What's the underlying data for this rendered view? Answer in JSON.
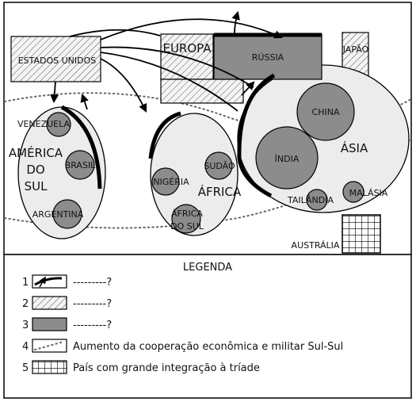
{
  "map": {
    "regions": {
      "estados_unidos": "ESTADOS UNIDOS",
      "europa": "EUROPA",
      "russia": "RÚSSIA",
      "japao": "JAPÃO",
      "america_do_sul": [
        "AMÉRICA",
        "DO",
        "SUL"
      ],
      "africa": "ÁFRICA",
      "asia": "ÁSIA",
      "australia": "AUSTRÁLIA"
    },
    "countries": {
      "venezuela": "VENEZUELA",
      "brasil": "BRASIL",
      "argentina": "ARGENTINA",
      "nigeria": "NIGÉRIA",
      "sudao": "SUDÃO",
      "africa_do_sul": [
        "ÁFRICA",
        "DO SUL"
      ],
      "china": "CHINA",
      "india": "ÍNDIA",
      "tailandia": "TAILÂNDIA",
      "malasia": "MALÁSIA"
    }
  },
  "legend": {
    "title": "LEGENDA",
    "items": [
      {
        "number": "1",
        "text": "---------?"
      },
      {
        "number": "2",
        "text": "---------?"
      },
      {
        "number": "3",
        "text": "---------?"
      },
      {
        "number": "4",
        "text": "Aumento da cooperação econômica e militar Sul-Sul"
      },
      {
        "number": "5",
        "text": "País com grande integração à tríade"
      }
    ]
  }
}
